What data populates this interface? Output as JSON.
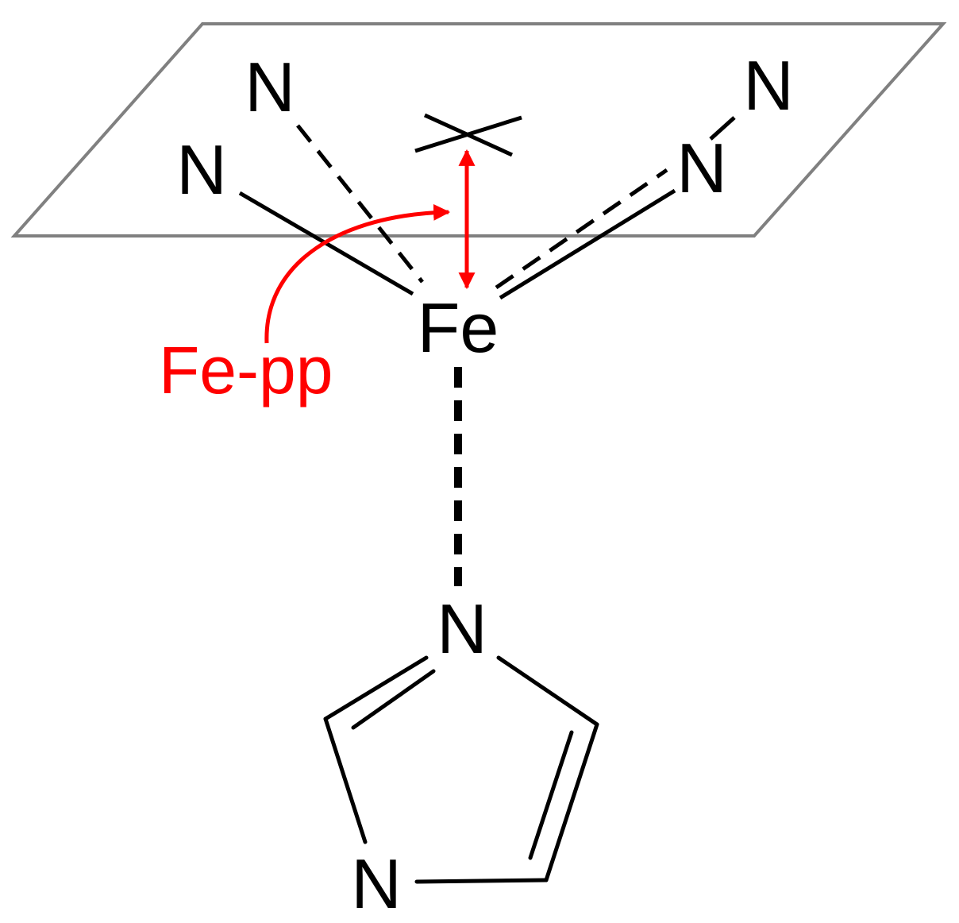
{
  "atoms": {
    "n_top_left_back": "N",
    "n_top_left_front": "N",
    "n_top_right_back": "N",
    "n_top_right_front": "N",
    "iron": "Fe",
    "n_imidazole_top": "N",
    "n_imidazole_bottom": "N"
  },
  "annotation": {
    "label": "Fe-pp"
  },
  "colors": {
    "bond": "#000000",
    "plane": "#808080",
    "annotation": "#ff0000"
  }
}
